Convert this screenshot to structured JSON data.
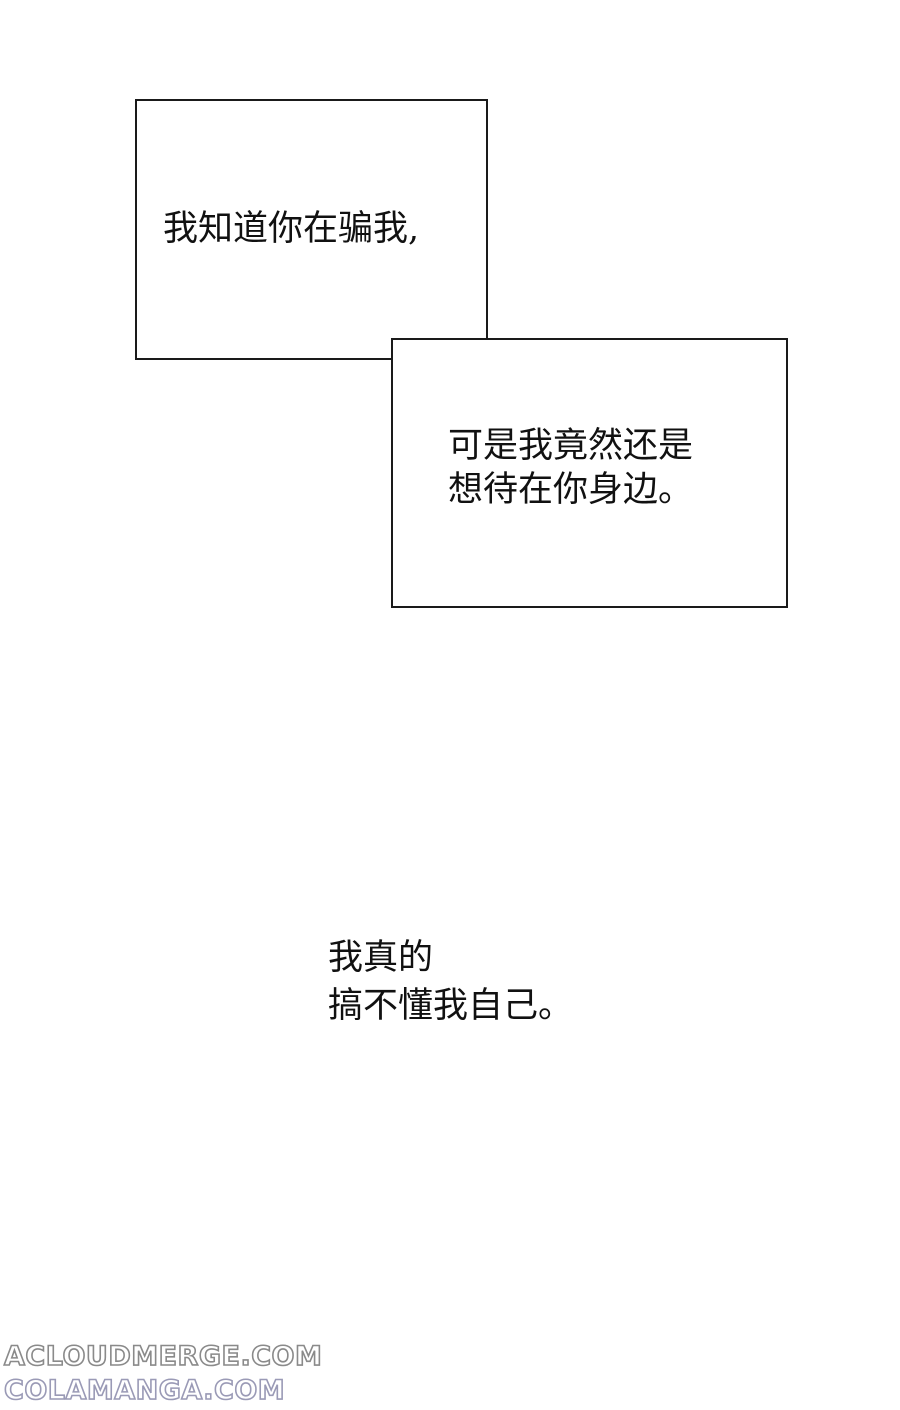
{
  "panels": [
    {
      "lines": [
        "我知道你在骗我,"
      ]
    },
    {
      "lines": [
        "可是我竟然还是",
        "想待在你身边。"
      ]
    }
  ],
  "narration": {
    "lines": [
      "我真的",
      "搞不懂我自己。"
    ]
  },
  "watermark": {
    "lines": [
      "ACLOUDMERGE.COM",
      "COLAMANGA.COM"
    ]
  },
  "colors": {
    "background": "#ffffff",
    "text": "#111111",
    "border": "#1a1a1a"
  }
}
